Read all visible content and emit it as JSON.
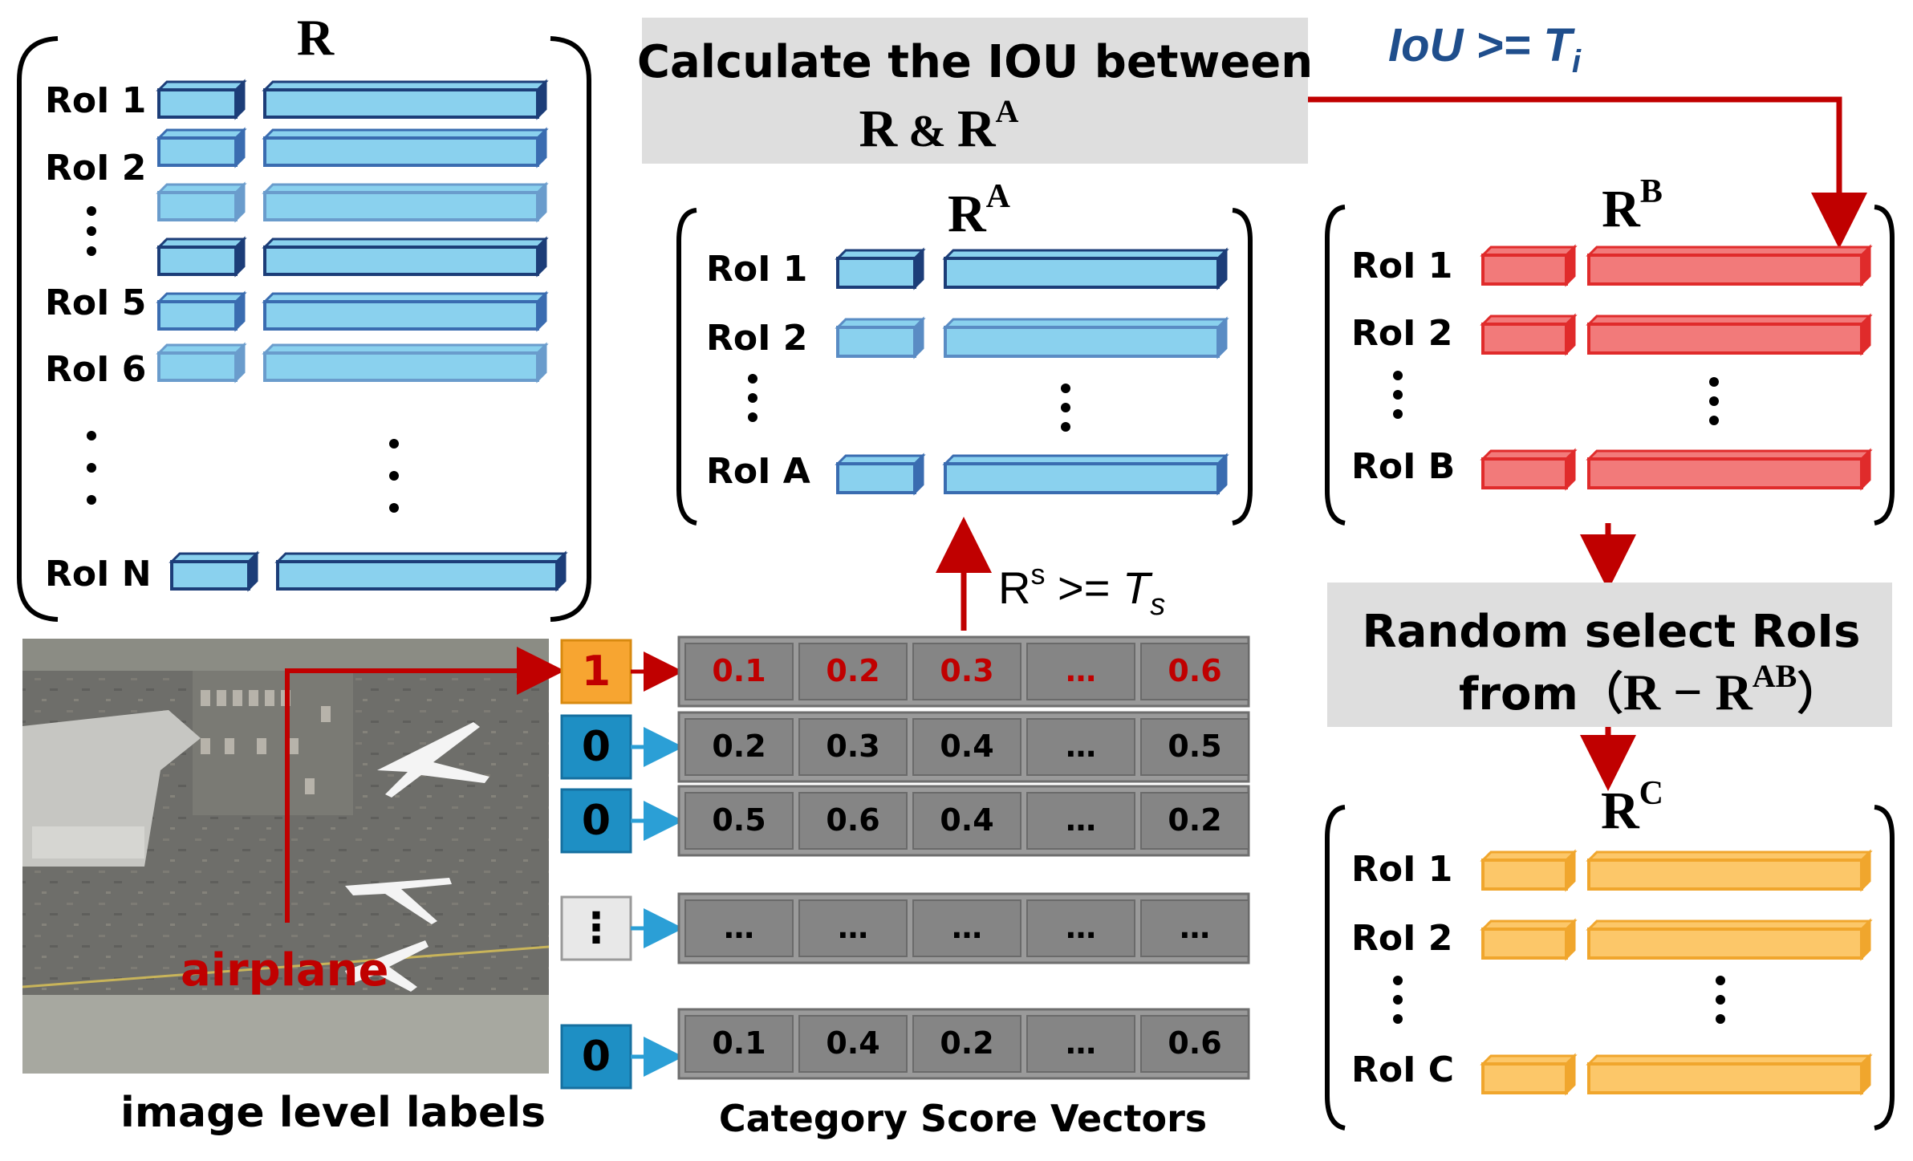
{
  "colors": {
    "blue_front": "#8ad1ee",
    "blue_side": "#1c3d78",
    "red_front": "#f27a7a",
    "red_side": "#e02b2b",
    "orange_front": "#fcc769",
    "orange_side": "#f0a62d",
    "arrow_red": "#c00000",
    "arrow_blue": "#2b9fd6",
    "cell_gray": "#858585",
    "label_blue": "#1e8fc4",
    "label_orange": "#f7a531",
    "title_box": "#dedede",
    "iou_text": "#1f4e8c"
  },
  "matrix_R": {
    "title": "R",
    "rows": [
      "RoI 1",
      "RoI 2",
      "RoI 5",
      "RoI 6",
      "RoI N"
    ]
  },
  "matrix_RA": {
    "title": "R",
    "sup": "A",
    "rows": [
      "RoI 1",
      "RoI 2",
      "RoI A"
    ]
  },
  "matrix_RB": {
    "title": "R",
    "sup": "B",
    "rows": [
      "RoI 1",
      "RoI 2",
      "RoI B"
    ]
  },
  "matrix_RC": {
    "title": "R",
    "sup": "C",
    "rows": [
      "RoI 1",
      "RoI 2",
      "RoI C"
    ]
  },
  "iou_box": {
    "line1": "Calculate the IOU between",
    "line2_a": "R",
    "line2_amp": " & ",
    "line2_b": "R",
    "line2_sup": "A"
  },
  "iou_condition": {
    "text": "IoU >= T",
    "sub": "i"
  },
  "score_condition": {
    "base": "R",
    "sup": "s",
    "op": " >= ",
    "t": "T",
    "sub": "s"
  },
  "random_box": {
    "line1": "Random select RoIs",
    "line2_from": "from",
    "line2_open": "（",
    "line2_r": "R − R",
    "line2_sup": "AB",
    "line2_close": "）"
  },
  "image_label": "airplane",
  "image_caption": "image level labels",
  "vectors_caption": "Category Score Vectors",
  "labels": [
    "1",
    "0",
    "0",
    "⋮",
    "0"
  ],
  "score_rows": [
    [
      "0.1",
      "0.2",
      "0.3",
      "…",
      "0.6"
    ],
    [
      "0.2",
      "0.3",
      "0.4",
      "…",
      "0.5"
    ],
    [
      "0.5",
      "0.6",
      "0.4",
      "…",
      "0.2"
    ],
    [
      "…",
      "…",
      "…",
      "…",
      "…"
    ],
    [
      "0.1",
      "0.4",
      "0.2",
      "…",
      "0.6"
    ]
  ],
  "ellipsis": "⋮"
}
